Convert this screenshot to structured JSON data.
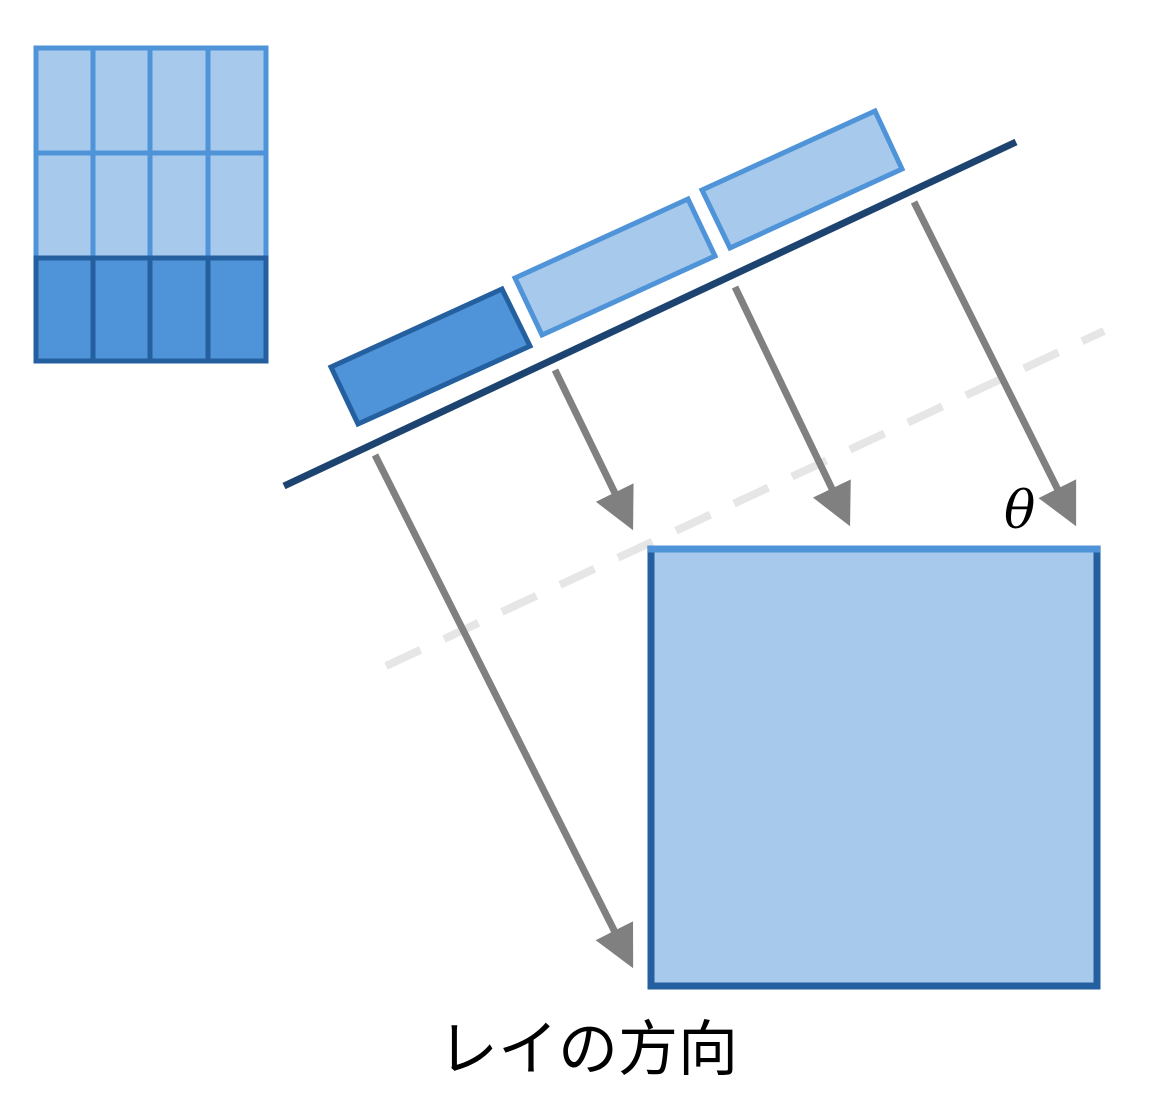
{
  "caption": "レイの方向",
  "angle_label": "θ",
  "colors": {
    "light_fill": "#a7c9eb",
    "light_stroke": "#4f94d8",
    "dark_fill": "#4f94d8",
    "dark_stroke": "#24609f",
    "baseline": "#1d4471",
    "arrow": "#808080",
    "dashed_line": "#e6e6e6"
  },
  "icons": {
    "grid": "texture-grid-icon",
    "strip": "light-strip-segment",
    "arrow": "ray-arrow"
  }
}
